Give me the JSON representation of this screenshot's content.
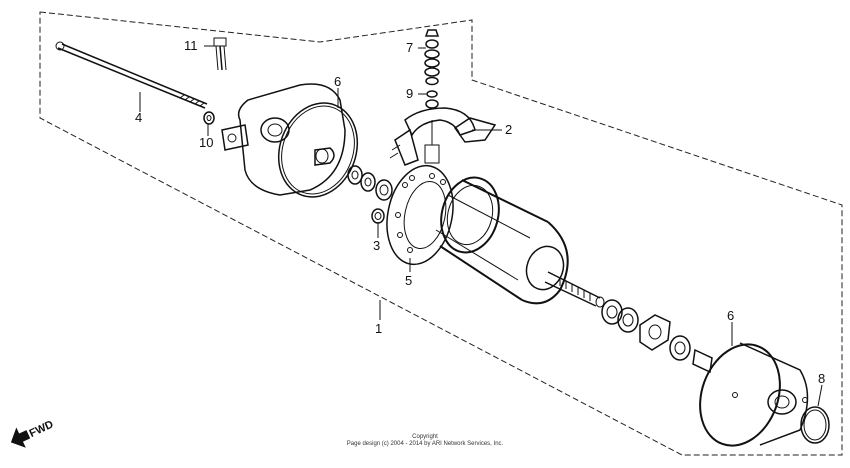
{
  "callouts": [
    {
      "id": "11",
      "label": "11"
    },
    {
      "id": "7",
      "label": "7"
    },
    {
      "id": "6a",
      "label": "6"
    },
    {
      "id": "4",
      "label": "4"
    },
    {
      "id": "9",
      "label": "9"
    },
    {
      "id": "2",
      "label": "2"
    },
    {
      "id": "10",
      "label": "10"
    },
    {
      "id": "3",
      "label": "3"
    },
    {
      "id": "5",
      "label": "5"
    },
    {
      "id": "1",
      "label": "1"
    },
    {
      "id": "6b",
      "label": "6"
    },
    {
      "id": "8",
      "label": "8"
    }
  ],
  "fwd_label": "FWD",
  "copyright": {
    "line1": "Copyright",
    "line2": "Page design (c) 2004 - 2014 by ARI Network Services, Inc."
  }
}
